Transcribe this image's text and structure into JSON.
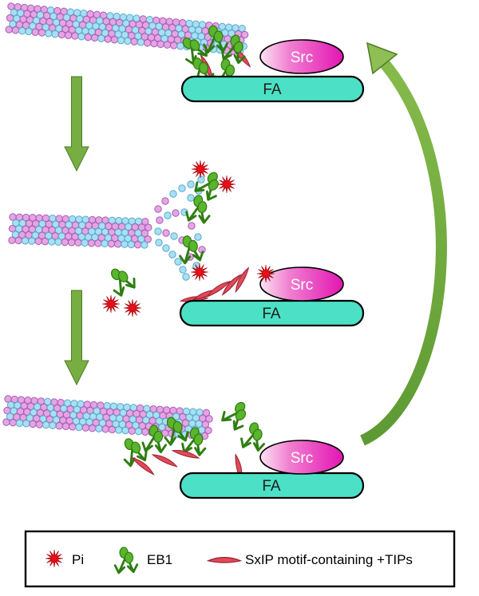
{
  "diagram": {
    "src_label": "Src",
    "fa_label": "FA"
  },
  "legend": {
    "pi_label": "Pi",
    "eb1_label": "EB1",
    "sxip_label": "SxIP motif-containing +TIPs"
  },
  "colors": {
    "mt_pink": "#e4a5e1",
    "mt_pink_stroke": "#a85cba",
    "mt_cyan": "#a8e0f2",
    "mt_cyan_stroke": "#58a9cf",
    "eb1_green": "#5ab42c",
    "eb1_dark": "#2e7d12",
    "pi_red": "#e80f18",
    "tip_red": "#e04a59",
    "tip_stroke": "#9a1f32",
    "fa_teal": "#4ce1c6",
    "src_magenta": "#e215b2",
    "arrow_green": "#76ae41",
    "arrow_dark": "#4e7d28"
  }
}
